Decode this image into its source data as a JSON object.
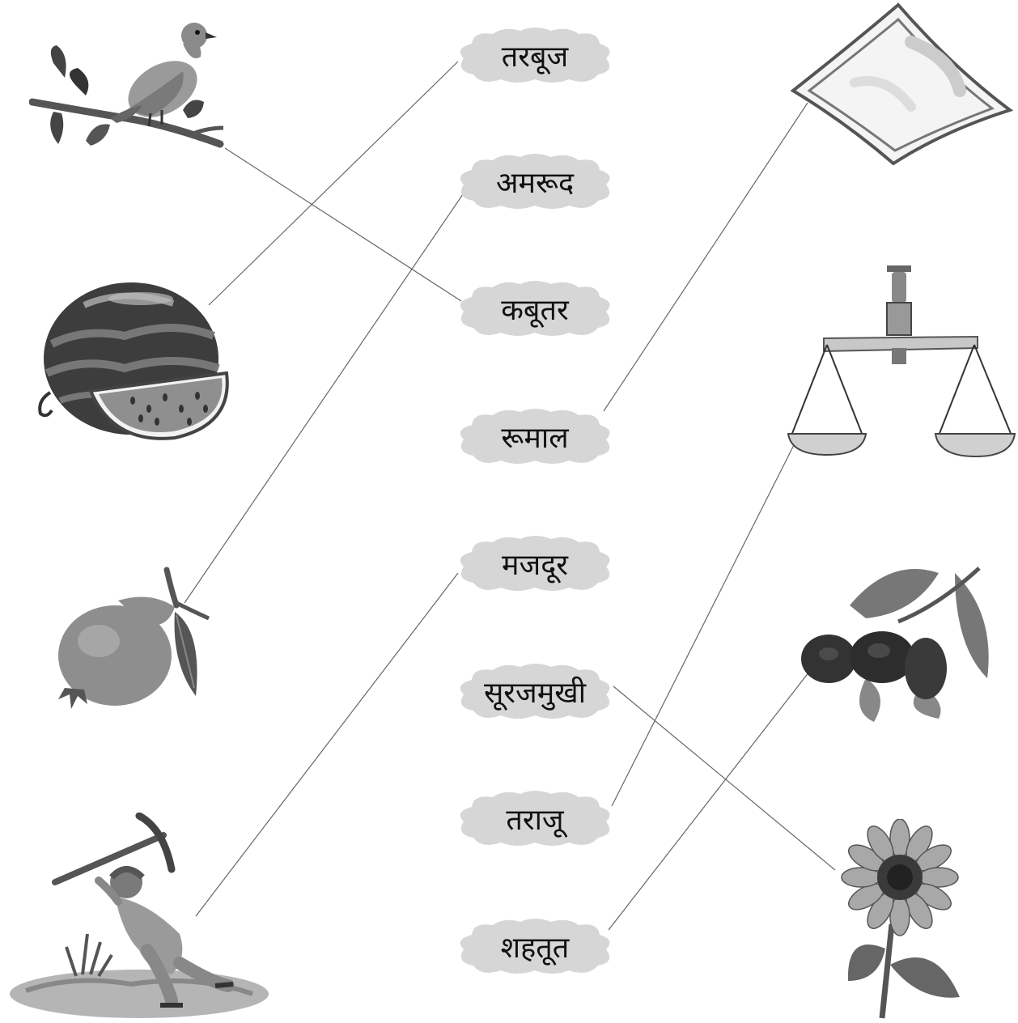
{
  "words": [
    {
      "id": "tarbooj",
      "label": "तरबूज"
    },
    {
      "id": "amrood",
      "label": "अमरूद"
    },
    {
      "id": "kabootar",
      "label": "कबूतर"
    },
    {
      "id": "roomal",
      "label": "रूमाल"
    },
    {
      "id": "majdoor",
      "label": "मजदूर"
    },
    {
      "id": "soorajmukhi",
      "label": "सूरजमुखी"
    },
    {
      "id": "taraajoo",
      "label": "तराजू"
    },
    {
      "id": "shahtoot",
      "label": "शहतूत"
    }
  ],
  "left_pictures": [
    "pigeon-icon",
    "watermelon-icon",
    "guava-icon",
    "laborer-icon"
  ],
  "right_pictures": [
    "handkerchief-icon",
    "scale-icon",
    "mulberry-icon",
    "sunflower-icon"
  ],
  "matches": [
    {
      "word": "तरबूज",
      "picture": "watermelon-icon"
    },
    {
      "word": "अमरूद",
      "picture": "guava-icon"
    },
    {
      "word": "कबूतर",
      "picture": "pigeon-icon"
    },
    {
      "word": "रूमाल",
      "picture": "handkerchief-icon"
    },
    {
      "word": "मजदूर",
      "picture": "laborer-icon"
    },
    {
      "word": "सूरजमुखी",
      "picture": "sunflower-icon"
    },
    {
      "word": "तराजू",
      "picture": "scale-icon"
    },
    {
      "word": "शहतूत",
      "picture": "mulberry-icon"
    }
  ],
  "colors": {
    "cloud": "#d6d6d6",
    "line": "#666666",
    "text": "#111111"
  }
}
